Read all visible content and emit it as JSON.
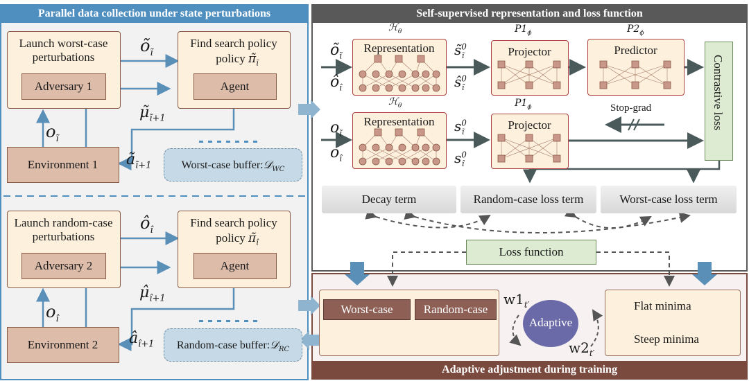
{
  "panels": {
    "left_title": "Parallel data collection under  state perturbations",
    "top_right_title": "Self-supervised representation and loss function",
    "bottom_right_title": "Adaptive adjustment during training"
  },
  "colors": {
    "header_blue": "#4f8fc0",
    "header_dark": "#595959",
    "header_brown": "#7a4a3e",
    "arrow_blue": "#5a8fb8",
    "arrow_dark": "#4a5a5a",
    "box_tan": "#fdf0dc",
    "box_dark_tan": "#ddbcaa",
    "loss_green": "#dcebd2",
    "adaptive_purple": "#6b6aa8",
    "button_brown": "#8d5f55"
  },
  "worst_case": {
    "launch_label": "Launch worst-case perturbations",
    "adversary_label": "Adversary 1",
    "find_policy_label": "Find search policy",
    "policy_symbol": "π̃",
    "policy_sub": "ĩ",
    "agent_label": "Agent",
    "environment_label": "Environment 1",
    "obs_tilde": "õ",
    "obs_tilde_sub": "ĩ",
    "mu_label": "μ̃",
    "mu_sub": "ĩ+1",
    "obs_label": "o",
    "obs_sub": "ĩ",
    "action_label": "ã",
    "action_sub": "ĩ+1",
    "buffer_label": "Worst-case buffer:",
    "buffer_symbol": "𝒟",
    "buffer_sub": "WC"
  },
  "random_case": {
    "launch_label": "Launch random-case perturbations",
    "adversary_label": "Adversary 2",
    "find_policy_label": "Find search policy",
    "policy_symbol": "π̃",
    "policy_sub": "î",
    "agent_label": "Agent",
    "environment_label": "Environment 2",
    "obs_hat": "ô",
    "obs_hat_sub": "î",
    "mu_label": "μ̂",
    "mu_sub": "î+1",
    "obs_label": "o",
    "obs_sub": "î",
    "action_label": "â",
    "action_sub": "î+1",
    "buffer_label": "Random-case buffer:",
    "buffer_symbol": "𝒟",
    "buffer_sub": "RC"
  },
  "representation": {
    "h_theta": "ℋ",
    "theta_sub": "θ",
    "p1": "P1",
    "p2": "P2",
    "phi_sub": "ϕ",
    "row1": {
      "representation_label": "Representation",
      "projector_label": "Projector",
      "predictor_label": "Predictor",
      "in_top": "õ",
      "in_top_sub": "ĩ",
      "in_bottom": "ô",
      "in_bottom_sub": "î",
      "s_top": "s̃",
      "s_top_sup": "0",
      "s_top_sub": "ĩ",
      "s_bottom": "ŝ",
      "s_bottom_sup": "0",
      "s_bottom_sub": "î"
    },
    "row2": {
      "representation_label": "Representation",
      "projector_label": "Projector",
      "in_top": "o",
      "in_top_sub": "ĩ",
      "in_bottom": "o",
      "in_bottom_sub": "î",
      "s_top": "s",
      "s_top_sup": "0",
      "s_top_sub": "ĩ",
      "s_bottom": "s",
      "s_bottom_sup": "0",
      "s_bottom_sub": "î"
    },
    "contrastive_label": "Contrastive loss",
    "stop_grad_label": "Stop-grad",
    "decay_label": "Decay term",
    "random_loss_label": "Random-case loss term",
    "worst_loss_label": "Worst-case loss term",
    "loss_function_label": "Loss function"
  },
  "adaptive": {
    "worst_button": "Worst-case",
    "random_button": "Random-case",
    "adaptive_label": "Adaptive",
    "w1": "w1",
    "w1_sub": "t′",
    "w2": "w2",
    "w2_sub": "t′",
    "flat_label": "Flat minima",
    "steep_label": "Steep minima",
    "flat_icon": "check-circle-icon",
    "steep_icon": "cross-circle-icon"
  }
}
